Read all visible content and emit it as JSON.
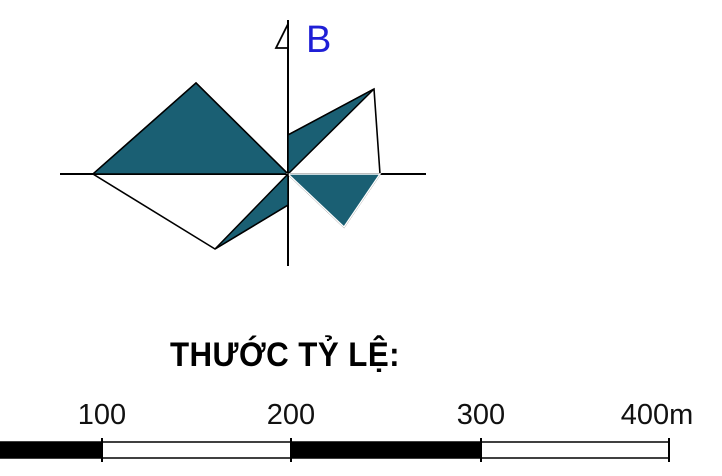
{
  "north_arrow": {
    "letter": "B",
    "letter_color": "#1f1fd6",
    "icon": "north-flag-icon"
  },
  "wind_rose": {
    "fill_color": "#1a5f73",
    "outline_color": "#000000"
  },
  "scale_bar": {
    "title": "THƯỚC TỶ LỆ:",
    "labels": [
      "100",
      "200",
      "300",
      "400m"
    ],
    "segment_colors": [
      "#000000",
      "#ffffff",
      "#000000",
      "#ffffff"
    ]
  }
}
